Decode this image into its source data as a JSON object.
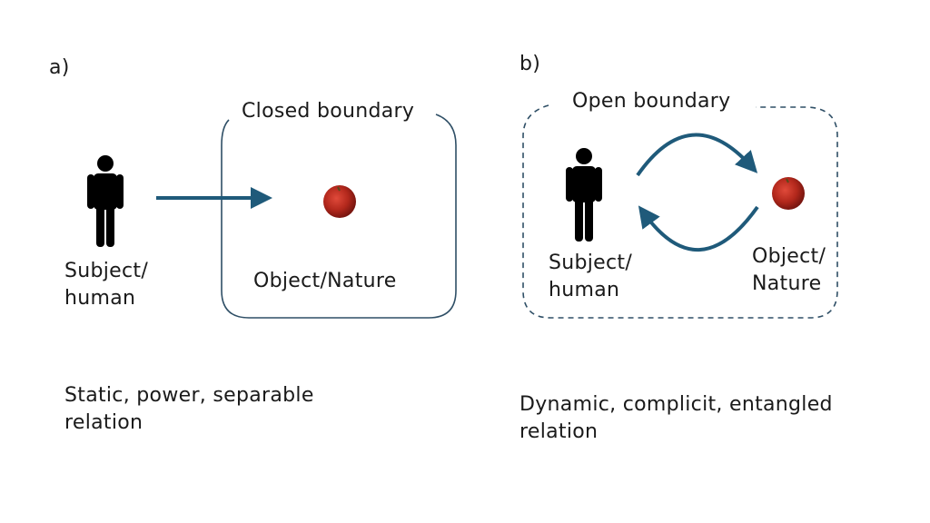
{
  "panel_a": {
    "label": "a)",
    "boundary_label": "Closed boundary",
    "subject_label_line1": "Subject/",
    "subject_label_line2": "human",
    "object_label": "Object/Nature",
    "caption_line1": "Static, power, separable",
    "caption_line2": "relation",
    "boundary_style": "solid"
  },
  "panel_b": {
    "label": "b)",
    "boundary_label": "Open boundary",
    "subject_label_line1": "Subject/",
    "subject_label_line2": "human",
    "object_label_line1": "Object/",
    "object_label_line2": "Nature",
    "caption_line1": "Dynamic, complicit, entangled",
    "caption_line2": "relation",
    "boundary_style": "dashed"
  },
  "icons": {
    "person": "person-icon",
    "apple": "apple-icon"
  },
  "colors": {
    "arrow": "#1f5a7a",
    "boundary": "#2f4f66",
    "apple": "#b3281c",
    "person": "#000000"
  }
}
